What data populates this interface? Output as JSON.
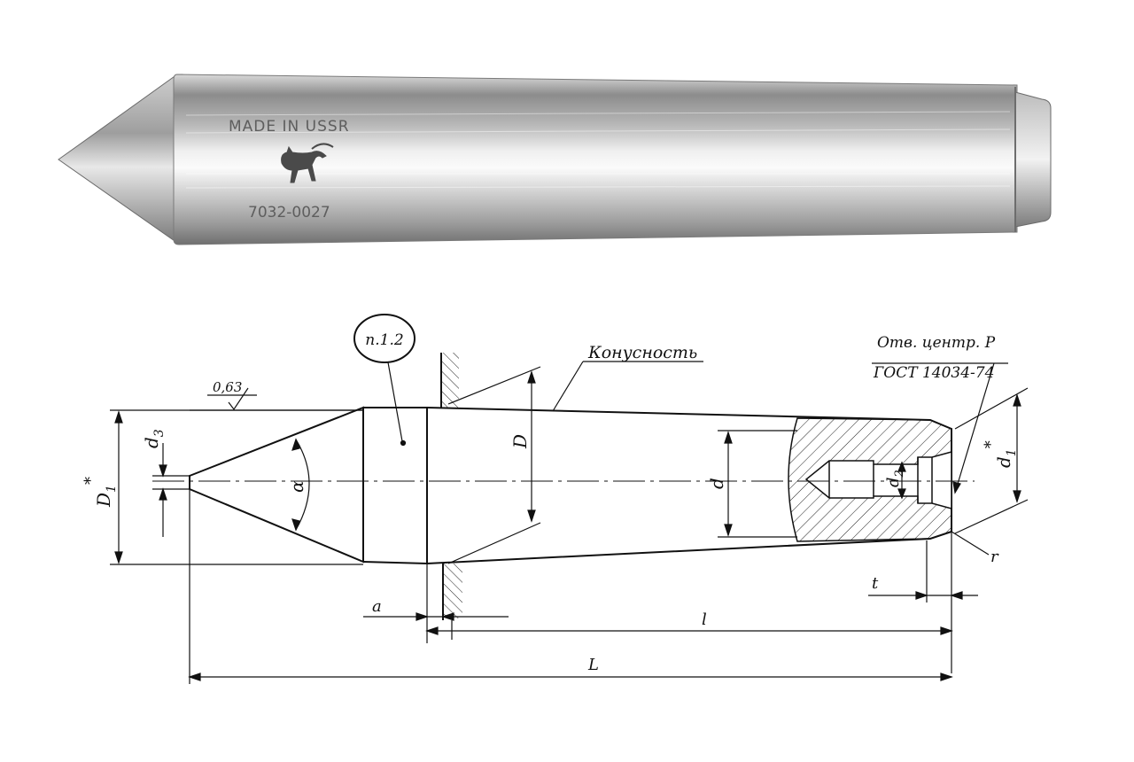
{
  "photo": {
    "made_in": "MADE  IN  USSR",
    "part_number": "7032-0027",
    "logo_icon": "horse-logo-icon"
  },
  "drawing": {
    "callout_circle": "п.1.2",
    "taper_label": "Конусность",
    "center_hole_label_1": "Отв. центр. Р",
    "center_hole_label_2": "ГОСТ 14034-74",
    "roughness": "0,63",
    "dim_D1": "D",
    "dim_D1_sup": "*",
    "dim_D1_sub": "1",
    "dim_d3": "d",
    "dim_d3_sub": "3",
    "dim_alpha": "α",
    "dim_D": "D",
    "dim_d": "d",
    "dim_d2": "d",
    "dim_d2_sub": "2",
    "dim_d1": "d",
    "dim_d1_sup": "*",
    "dim_d1_sub": "1",
    "dim_r": "r",
    "dim_t": "t",
    "dim_a": "a",
    "dim_l": "l",
    "dim_L": "L"
  }
}
